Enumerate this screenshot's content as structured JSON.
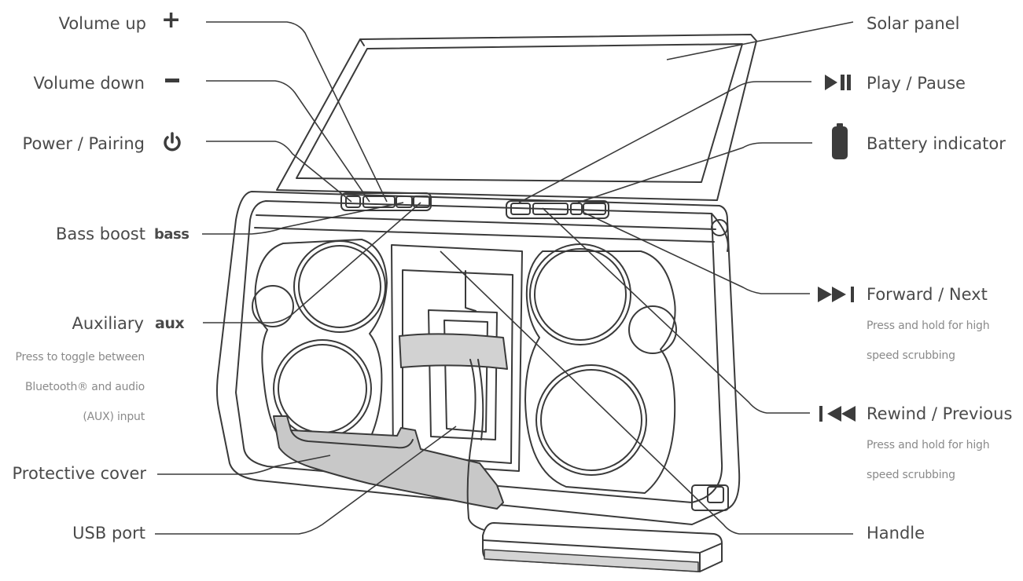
{
  "labels": {
    "volume_up": "Volume up",
    "volume_down": "Volume down",
    "power_pairing": "Power / Pairing",
    "bass_boost": "Bass boost",
    "bass_icon": "bass",
    "auxiliary": "Auxiliary",
    "aux_icon": "aux",
    "aux_desc": [
      "Press to toggle between",
      "Bluetooth® and audio",
      "(AUX) input"
    ],
    "protective_cover": "Protective cover",
    "usb_port": "USB port",
    "solar_panel": "Solar panel",
    "play_pause": "Play / Pause",
    "battery_indicator": "Battery indicator",
    "forward_next": "Forward / Next",
    "forward_desc": [
      "Press and hold for high",
      "speed scrubbing"
    ],
    "rewind_previous": "Rewind / Previous",
    "rewind_desc": [
      "Press and hold for high",
      "speed scrubbing"
    ],
    "handle": "Handle"
  },
  "icons": {
    "volume_up": "plus-icon",
    "volume_down": "minus-icon",
    "power": "power-icon",
    "play_pause": "play-pause-icon",
    "battery": "battery-icon",
    "forward": "forward-next-icon",
    "rewind": "rewind-previous-icon"
  },
  "colors": {
    "line": "#3a3a3a",
    "text": "#4a4a4a",
    "subtext": "#8a8a8a",
    "cover_fill": "#c8c8c8"
  }
}
